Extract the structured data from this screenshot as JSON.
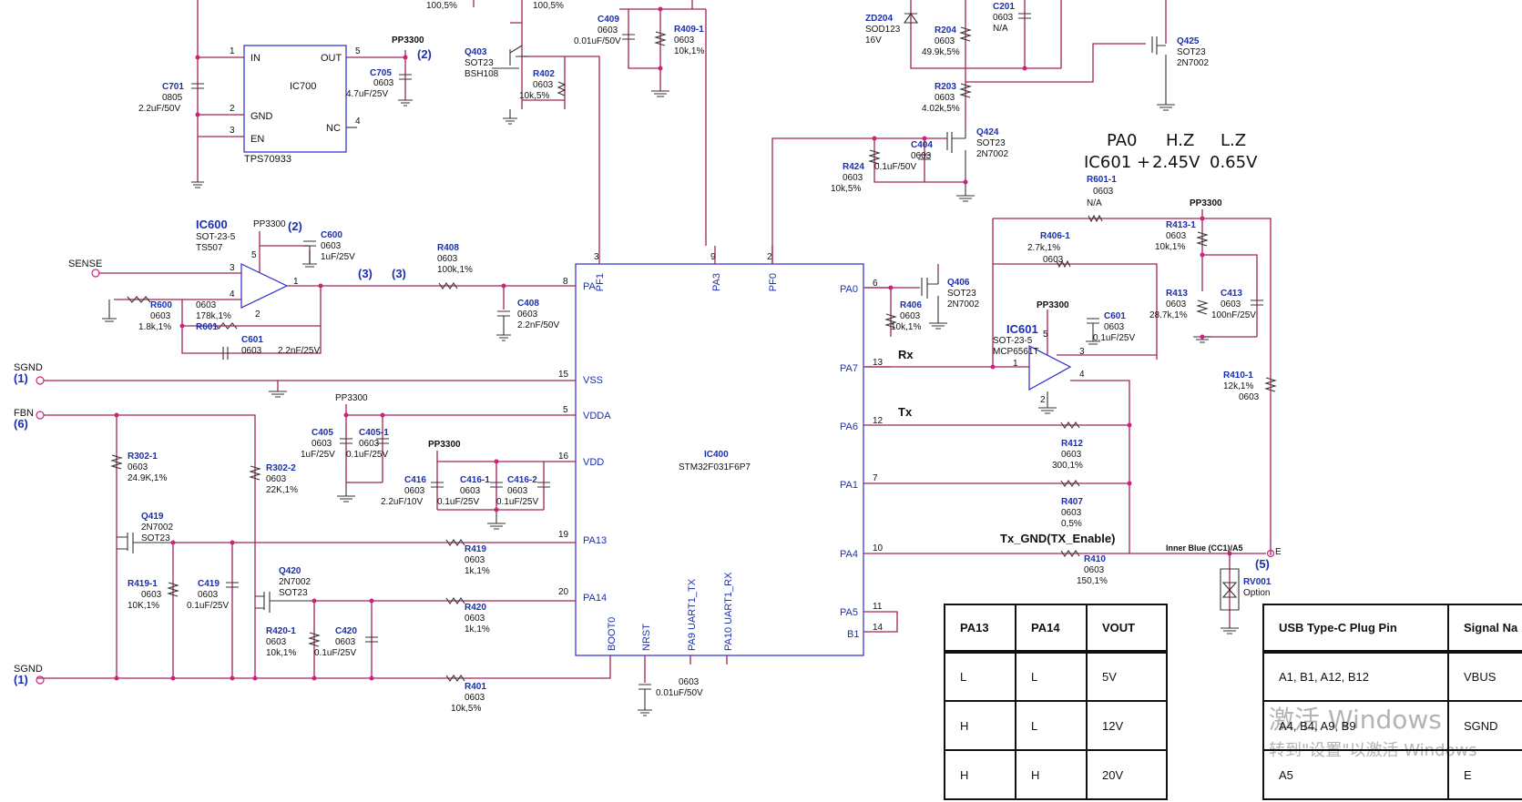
{
  "components": {
    "ic700": {
      "ref": "IC700",
      "part": "TPS70933",
      "pins": {
        "in": "IN",
        "gnd": "GND",
        "en": "EN",
        "out": "OUT",
        "nc": "NC"
      },
      "pinnums": {
        "in": "1",
        "gnd": "2",
        "en": "3",
        "out": "5",
        "nc": "4"
      }
    },
    "c701": {
      "ref": "C701",
      "pkg": "0805",
      "val": "2.2uF/50V"
    },
    "c705": {
      "ref": "C705",
      "pkg": "0603",
      "val": "4.7uF/25V"
    },
    "pp3300_top": {
      "label": "PP3300",
      "num": "(2)"
    },
    "top_pcts": [
      "100,5%",
      "100,5%"
    ],
    "q403": {
      "ref": "Q403",
      "pkg": "SOT23",
      "part": "BSH108"
    },
    "r402": {
      "ref": "R402",
      "pkg": "0603",
      "val": "10k,5%"
    },
    "c409": {
      "ref": "C409",
      "pkg": "0603",
      "val": "0.01uF/50V"
    },
    "r409": {
      "ref": "R409-1",
      "pkg": "0603",
      "val": "10k,1%"
    },
    "zd204": {
      "ref": "ZD204",
      "pkg": "SOD123",
      "val": "16V"
    },
    "r204": {
      "ref": "R204",
      "pkg": "0603",
      "val": "49.9k,5%"
    },
    "c201": {
      "ref": "C201",
      "pkg": "0603",
      "val": "N/A"
    },
    "q425": {
      "ref": "Q425",
      "pkg": "SOT23",
      "part": "2N7002"
    },
    "r203": {
      "ref": "R203",
      "pkg": "0603",
      "val": "4.02k,5%"
    },
    "q424": {
      "ref": "Q424",
      "pkg": "SOT23",
      "part": "2N7002"
    },
    "c404": {
      "ref": "C404",
      "pkg": "0603",
      "val": "0.1uF/50V"
    },
    "r424": {
      "ref": "R424",
      "pkg": "0603",
      "val": "10k,5%"
    },
    "pa0_note": {
      "col1": "PA0",
      "col2": "H.Z",
      "col3": "L.Z",
      "row": "IC601 +",
      "v1": "2.45V",
      "v2": "0.65V"
    },
    "r601_1": {
      "ref": "R601-1",
      "pkg": "0603",
      "val": "N/A"
    },
    "pp3300_right": {
      "label": "PP3300"
    },
    "r406_1": {
      "ref": "R406-1",
      "pkg": "0603",
      "val": "2.7k,1%"
    },
    "r413_1": {
      "ref": "R413-1",
      "pkg": "0603",
      "val": "10k,1%"
    },
    "q406": {
      "ref": "Q406",
      "pkg": "SOT23",
      "part": "2N7002"
    },
    "r406": {
      "ref": "R406",
      "pkg": "0603",
      "val": "10k,1%"
    },
    "ic601": {
      "ref": "IC601",
      "pkg": "SOT-23-5",
      "part": "MCP6561T",
      "pp": "PP3300",
      "pins": [
        "1",
        "2",
        "3",
        "4",
        "5"
      ]
    },
    "c601b": {
      "ref": "C601",
      "pkg": "0603",
      "val": "0.1uF/25V"
    },
    "r413": {
      "ref": "R413",
      "pkg": "0603",
      "val": "28.7k,1%"
    },
    "c413": {
      "ref": "C413",
      "pkg": "0603",
      "val": "100nF/25V"
    },
    "r410_1": {
      "ref": "R410-1",
      "pkg": "0603",
      "val": "12k,1%"
    },
    "ic600": {
      "ref": "IC600",
      "pkg": "SOT-23-5",
      "part": "TS507",
      "pp": "PP3300",
      "ppnum": "(2)",
      "pins": [
        "1",
        "2",
        "3",
        "4",
        "5"
      ]
    },
    "c600": {
      "ref": "C600",
      "pkg": "0603",
      "val": "1uF/25V"
    },
    "sense": {
      "label": "SENSE"
    },
    "r600": {
      "ref": "R600",
      "pkg": "0603",
      "val": "1.8k,1%"
    },
    "r601": {
      "ref": "R601",
      "pkg": "0603",
      "val": "178k,1%"
    },
    "c601a": {
      "ref": "C601",
      "pkg": "0603",
      "val": "2.2nF/25V"
    },
    "net3": [
      "(3)",
      "(3)"
    ],
    "r408": {
      "ref": "R408",
      "pkg": "0603",
      "val": "100k,1%"
    },
    "c408": {
      "ref": "C408",
      "pkg": "0603",
      "val": "2.2nF/50V"
    },
    "ic400": {
      "ref": "IC400",
      "part": "STM32F031F6P7"
    },
    "ic400_pins": {
      "pa_left": "PA",
      "pf1": "PF1",
      "pa3": "PA3",
      "pf0": "PF0",
      "vss": "VSS",
      "vdda": "VDDA",
      "vdd": "VDD",
      "pa13": "PA13",
      "pa14": "PA14",
      "boot0": "BOOT0",
      "nrst": "NRST",
      "pa9": "PA9 UART1_TX",
      "pa10": "PA10 UART1_RX",
      "pa0": "PA0",
      "pa7": "PA7",
      "pa6": "PA6",
      "pa1": "PA1",
      "pa4": "PA4",
      "pa5": "PA5",
      "b1": "B1"
    },
    "ic400_pinnums": {
      "p3": "3",
      "p9": "9",
      "p2": "2",
      "p8": "8",
      "p15": "15",
      "p5": "5",
      "p16": "16",
      "p19": "19",
      "p20": "20",
      "p6": "6",
      "p13": "13",
      "p12": "12",
      "p7": "7",
      "p10": "10",
      "p11": "11",
      "p14": "14"
    },
    "sgnd_top": {
      "label": "SGND",
      "num": "(1)"
    },
    "fbn": {
      "label": "FBN",
      "num": "(6)"
    },
    "sgnd_bot": {
      "label": "SGND",
      "num": "(1)"
    },
    "pp3300_vdda": {
      "label": "PP3300"
    },
    "pp3300_vdd": {
      "label": "PP3300"
    },
    "c405": {
      "ref": "C405",
      "pkg": "0603",
      "val": "1uF/25V"
    },
    "c405_1": {
      "ref": "C405-1",
      "pkg": "0603",
      "val": "0.1uF/25V"
    },
    "c416": {
      "ref": "C416",
      "pkg": "0603",
      "val": "2.2uF/10V"
    },
    "c416_1": {
      "ref": "C416-1",
      "pkg": "0603",
      "val": "0.1uF/25V"
    },
    "c416_2": {
      "ref": "C416-2",
      "pkg": "0603",
      "val": "0.1uF/25V"
    },
    "r302_1": {
      "ref": "R302-1",
      "pkg": "0603",
      "val": "24.9K,1%"
    },
    "r302_2": {
      "ref": "R302-2",
      "pkg": "0603",
      "val": "22K,1%"
    },
    "q419": {
      "ref": "Q419",
      "pkg": "2N7002",
      "part": "SOT23"
    },
    "r419_1": {
      "ref": "R419-1",
      "pkg": "0603",
      "val": "10K,1%"
    },
    "c419": {
      "ref": "C419",
      "pkg": "0603",
      "val": "0.1uF/25V"
    },
    "q420": {
      "ref": "Q420",
      "pkg": "2N7002",
      "part": "SOT23"
    },
    "r420_1": {
      "ref": "R420-1",
      "pkg": "0603",
      "val": "10k,1%"
    },
    "c420": {
      "ref": "C420",
      "pkg": "0603",
      "val": "0.1uF/25V"
    },
    "r419": {
      "ref": "R419",
      "pkg": "0603",
      "val": "1k,1%"
    },
    "r420": {
      "ref": "R420",
      "pkg": "0603",
      "val": "1k,1%"
    },
    "r401": {
      "ref": "R401",
      "pkg": "0603",
      "val": "10k,5%"
    },
    "nrst_cap": {
      "pkg": "0603",
      "val": "0.01uF/50V"
    },
    "r412": {
      "ref": "R412",
      "pkg": "0603",
      "val": "300,1%"
    },
    "r407": {
      "ref": "R407",
      "pkg": "0603",
      "val": "0,5%"
    },
    "r410": {
      "ref": "R410",
      "pkg": "0603",
      "val": "150,1%"
    },
    "rv001": {
      "ref": "RV001",
      "val": "Option"
    },
    "inner": {
      "label": "Inner Blue (CC1)/A5",
      "num": "(5)",
      "e": "E"
    },
    "labels": {
      "rx": "Rx",
      "tx": "Tx",
      "txgnd": "Tx_GND(TX_Enable)"
    }
  },
  "vout_table": {
    "headers": [
      "PA13",
      "PA14",
      "VOUT"
    ],
    "rows": [
      [
        "L",
        "L",
        "5V"
      ],
      [
        "H",
        "L",
        "12V"
      ],
      [
        "H",
        "H",
        "20V"
      ]
    ]
  },
  "usb_table": {
    "headers": [
      "USB Type-C Plug Pin",
      "Signal Na"
    ],
    "rows": [
      [
        "A1, B1, A12, B12",
        "VBUS"
      ],
      [
        "A4, B4, A9, B9",
        "SGND"
      ],
      [
        "A5",
        "E"
      ]
    ]
  },
  "watermark": {
    "line1": "激活 Windows",
    "line2": "转到\"设置\"以激活 Windows"
  }
}
